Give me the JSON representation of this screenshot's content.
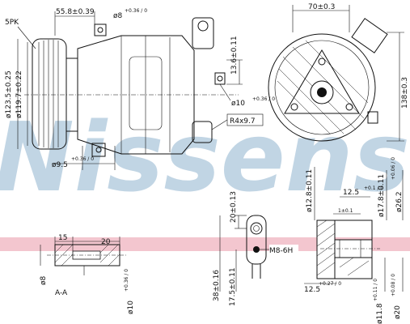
{
  "watermark": {
    "text": "Nissens",
    "color": "#8fb3cf"
  },
  "colors": {
    "band": "#f3c6cf",
    "line": "#111111"
  },
  "callouts": {
    "belt": "5PK",
    "fitting": "M8-6H",
    "mount_hole": "R4x9.7",
    "section": "A-A"
  },
  "main_view": {
    "top_width": "55.8±0.39",
    "top_hole": "ø8",
    "top_hole_tol": "+0.36 / 0",
    "pulley_outer": "ø123.5±0.25",
    "pulley_inner": "ø119.7±0.22",
    "height_13": "13.6±0.11",
    "hole_10": "ø10",
    "hole_10_tol": "+0.36 / 0",
    "hole_9": "ø9.5",
    "hole_9_tol": "+0.36 / 0"
  },
  "front_view": {
    "width": "70±0.3",
    "height": "138±0.3"
  },
  "port_section": {
    "d12": "ø12.8±0.11",
    "d125": "12.5",
    "d125_tol": "+0.1 / 0",
    "d179": "ø17.8±0.11",
    "d262": "ø26.2",
    "d262_tol": "+0.06 / 0",
    "d1": "1±0.1",
    "d125_lower": "12.5",
    "d125_lower_tol": "+0.27 / 0",
    "d118": "ø11.8",
    "d118_tol": "+0.11 / 0",
    "d20": "ø20",
    "d20_tol": "+0.08 / 0"
  },
  "fitting_view": {
    "d20_13": "20±0.13",
    "d38": "38±0.16",
    "d175": "17.5±0.11"
  },
  "section_aa": {
    "d15": "15",
    "d20": "20",
    "d8": "ø8",
    "d10": "ø10",
    "d10_tol": "+0.36 / 0"
  }
}
